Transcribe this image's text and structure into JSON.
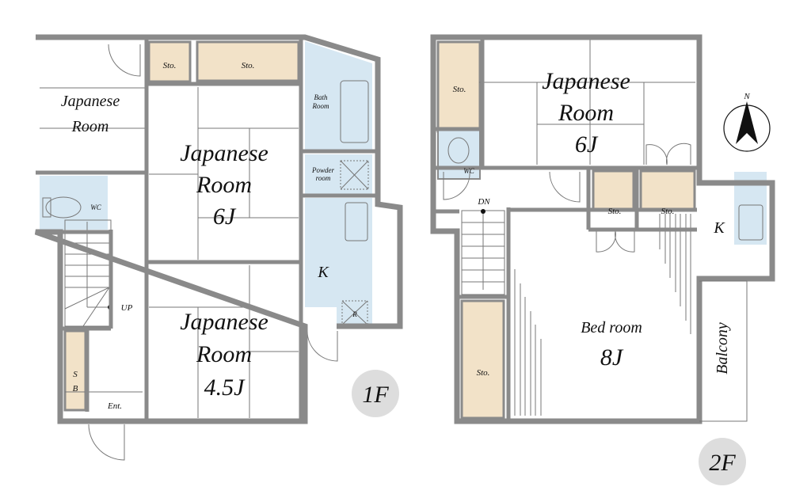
{
  "floor1": {
    "badge": "1F",
    "japanese_room_small": [
      "Japanese",
      "Room"
    ],
    "storage_a": "Sto.",
    "storage_b": "Sto.",
    "japanese_room_6": [
      "Japanese",
      "Room",
      "6J"
    ],
    "japanese_room_45": [
      "Japanese",
      "Room",
      "4.5J"
    ],
    "bath": [
      "Bath",
      "Room"
    ],
    "powder": [
      "Powder",
      "room"
    ],
    "kitchen": "K",
    "refrigerator": "R",
    "wc": "WC",
    "up": "UP",
    "shoe_box": [
      "S",
      "B"
    ],
    "entrance": "Ent."
  },
  "floor2": {
    "badge": "2F",
    "storage_top": "Sto.",
    "wc": "WC",
    "japanese_room_6": [
      "Japanese",
      "Room",
      "6J"
    ],
    "storage_mid_a": "Sto.",
    "storage_mid_b": "Sto.",
    "kitchen": "K",
    "down": "DN",
    "bedroom": [
      "Bed room",
      "8J"
    ],
    "storage_bottom": "Sto.",
    "balcony": "Balcony",
    "compass": "N"
  },
  "colors": {
    "wall": "#8a8a8a",
    "storage": "#f2e2c8",
    "wet": "#d6e7f2",
    "badge": "#dddddd"
  }
}
